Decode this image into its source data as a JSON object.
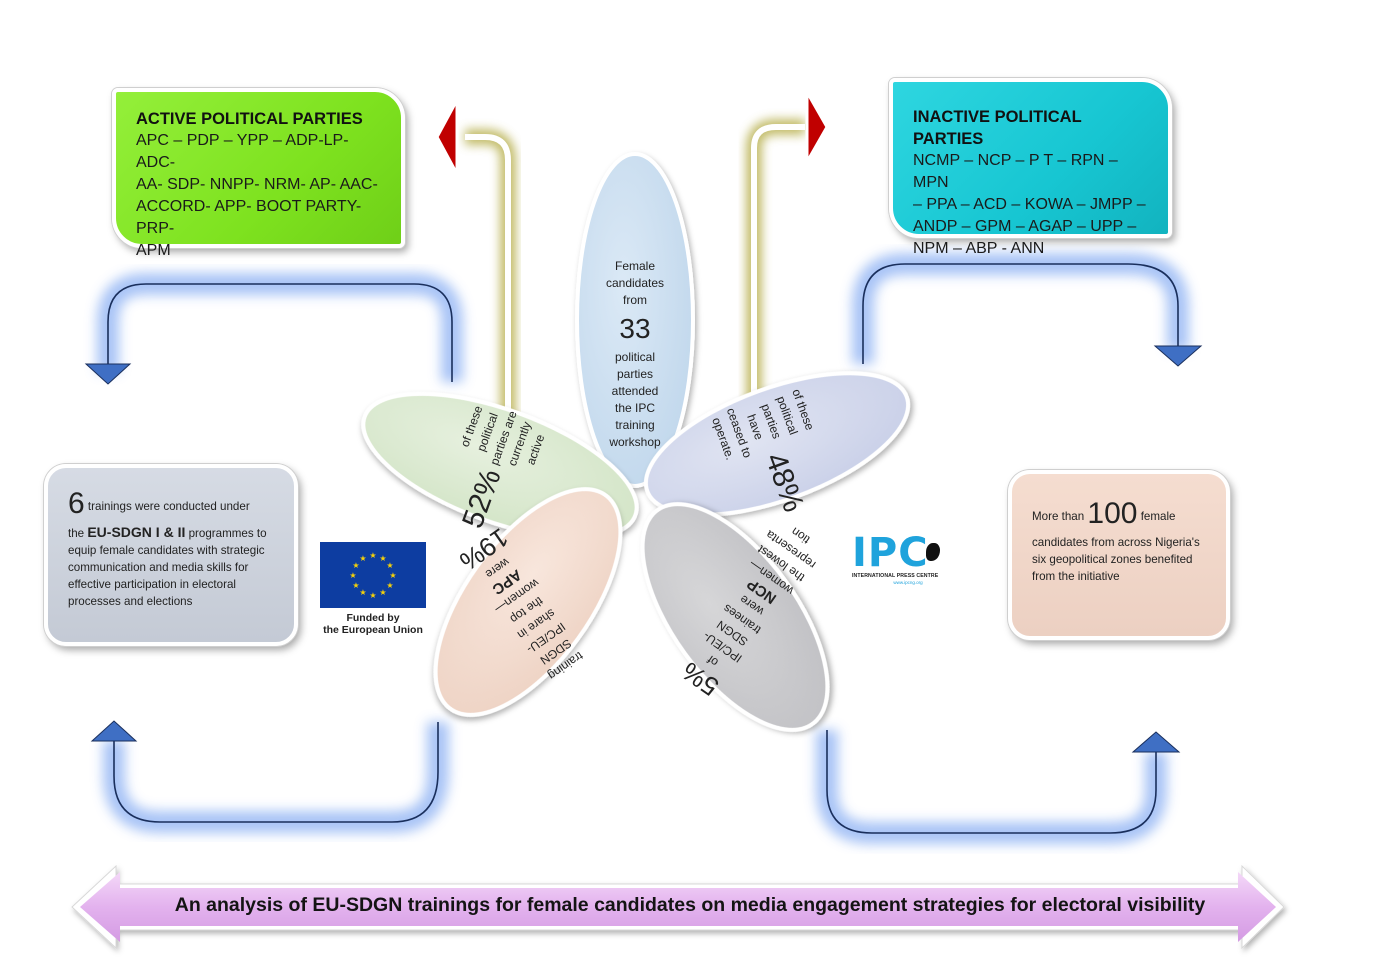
{
  "title": "An analysis of EU-SDGN trainings for female candidates on media engagement strategies for electoral visibility",
  "colors": {
    "active_box": "#86e52a",
    "inactive_box": "#1cc8d4",
    "trainings_box": "#ccd2dc",
    "benefit_box": "#f0d5c8",
    "banner": "#e6b8f0",
    "blue_arrow": "#3f6fc4",
    "red_arrow": "#c00000",
    "petal_center": "#c9dff0",
    "petal_active": "#dcebd2",
    "petal_inactive": "#d2d8ec",
    "petal_apc": "#f3dccf",
    "petal_ncp": "#c9c9cc"
  },
  "active_parties": {
    "title": "ACTIVE POLITICAL PARTIES",
    "lines": [
      "APC – PDP – YPP – ADP-LP- ADC-",
      "AA- SDP- NNPP- NRM- AP- AAC-",
      "ACCORD- APP- BOOT PARTY- PRP-",
      "APM"
    ]
  },
  "inactive_parties": {
    "title": "INACTIVE POLITICAL PARTIES",
    "lines": [
      "NCMP – NCP – P T – RPN – MPN",
      "– PPA – ACD – KOWA – JMPP –",
      "ANDP – GPM – AGAP – UPP –",
      "NPM – ABP - ANN"
    ]
  },
  "petals": {
    "center": {
      "lines_top": [
        "Female",
        "candidates",
        "from"
      ],
      "number": "33",
      "lines_bottom": [
        "political",
        "parties",
        "attended",
        "the IPC",
        "training",
        "workshop"
      ]
    },
    "active": {
      "pct": "52%",
      "lines": [
        "of these",
        "political",
        "parties are",
        "currently",
        "active"
      ]
    },
    "inactive": {
      "pct": "48%",
      "lines": [
        "of these",
        "political",
        "parties",
        "have",
        "ceased to",
        "operate."
      ]
    },
    "apc": {
      "pct": "19%",
      "lines": [
        "were",
        "APC",
        "women—",
        "the top",
        "share in",
        "IPC/EU-",
        "SDGN",
        "training"
      ]
    },
    "ncp": {
      "pct": "5%",
      "lines": [
        "of",
        "IPC/EU-",
        "SDGN",
        "trainees",
        "were",
        "NCP",
        "women—",
        "the lowest",
        "representa",
        "tion"
      ]
    }
  },
  "trainings": {
    "number": "6",
    "line1": "trainings were conducted under",
    "pre": "the ",
    "bold": "EU-SDGN I & II",
    "post": " programmes to",
    "lines": [
      "equip female candidates with strategic",
      "communication and media skills for",
      "effective participation in electoral",
      "processes and elections"
    ]
  },
  "benefit": {
    "pre": "More than ",
    "number": "100",
    "post": " female",
    "lines": [
      "candidates from across Nigeria's",
      "six geopolitical zones benefited",
      "from the initiative"
    ]
  },
  "eu_logo": {
    "icon": "eu-flag-icon",
    "caption_1": "Funded by",
    "caption_2": "the European Union"
  },
  "ipc_logo": {
    "letters": "IPC",
    "name": "INTERNATIONAL PRESS CENTRE",
    "url": "www.ipcng.org"
  }
}
